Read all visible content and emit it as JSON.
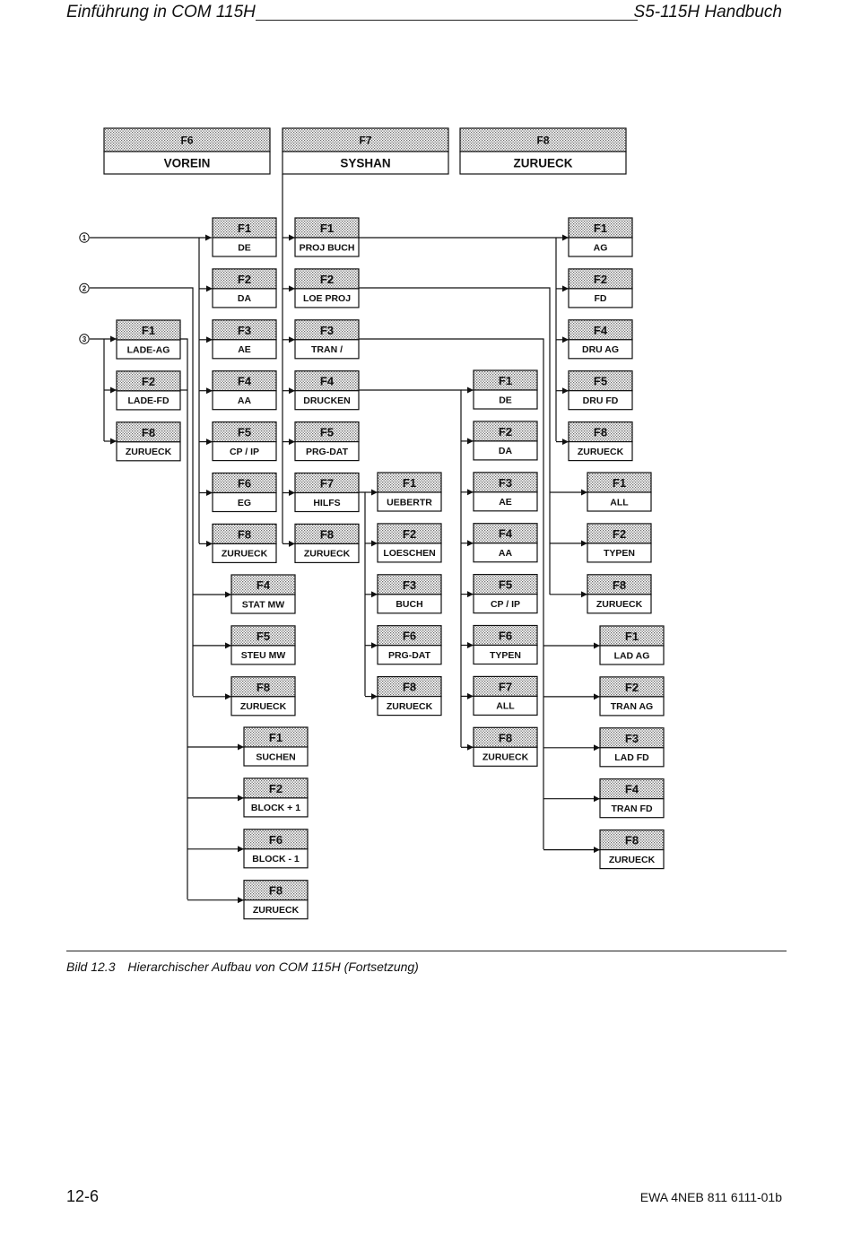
{
  "header": {
    "left": "Einführung in COM 115H",
    "right": "S5-115H Handbuch"
  },
  "caption": {
    "number": "Bild 12.3",
    "text": "Hierarchischer Aufbau von COM 115H (Fortsetzung)"
  },
  "footer": {
    "page": "12-6",
    "doc_id": "EWA 4NEB 811 6111-01b"
  },
  "markers": [
    "1",
    "2",
    "3"
  ],
  "top_boxes": [
    {
      "key": "F6",
      "label": "VOREIN"
    },
    {
      "key": "F7",
      "label": "SYSHAN"
    },
    {
      "key": "F8",
      "label": "ZURUECK"
    }
  ],
  "groups": {
    "lade": [
      {
        "key": "F1",
        "label": "LADE-AG"
      },
      {
        "key": "F2",
        "label": "LADE-FD"
      },
      {
        "key": "F8",
        "label": "ZURUECK"
      }
    ],
    "main_left": [
      {
        "key": "F1",
        "label": "DE"
      },
      {
        "key": "F2",
        "label": "DA"
      },
      {
        "key": "F3",
        "label": "AE"
      },
      {
        "key": "F4",
        "label": "AA"
      },
      {
        "key": "F5",
        "label": "CP / IP"
      },
      {
        "key": "F6",
        "label": "EG"
      },
      {
        "key": "F8",
        "label": "ZURUECK"
      }
    ],
    "stat": [
      {
        "key": "F4",
        "label": "STAT MW"
      },
      {
        "key": "F5",
        "label": "STEU MW"
      },
      {
        "key": "F8",
        "label": "ZURUECK"
      }
    ],
    "suchen": [
      {
        "key": "F1",
        "label": "SUCHEN"
      },
      {
        "key": "F2",
        "label": "BLOCK + 1"
      },
      {
        "key": "F6",
        "label": "BLOCK - 1"
      },
      {
        "key": "F8",
        "label": "ZURUECK"
      }
    ],
    "syshan": [
      {
        "key": "F1",
        "label": "PROJ BUCH"
      },
      {
        "key": "F2",
        "label": "LOE PROJ"
      },
      {
        "key": "F3",
        "label": "TRAN /"
      },
      {
        "key": "F4",
        "label": "DRUCKEN"
      },
      {
        "key": "F5",
        "label": "PRG-DAT"
      },
      {
        "key": "F7",
        "label": "HILFS"
      },
      {
        "key": "F8",
        "label": "ZURUECK"
      }
    ],
    "hilfs": [
      {
        "key": "F1",
        "label": "UEBERTR"
      },
      {
        "key": "F2",
        "label": "LOESCHEN"
      },
      {
        "key": "F3",
        "label": "BUCH"
      },
      {
        "key": "F6",
        "label": "PRG-DAT"
      },
      {
        "key": "F8",
        "label": "ZURUECK"
      }
    ],
    "drucken": [
      {
        "key": "F1",
        "label": "DE"
      },
      {
        "key": "F2",
        "label": "DA"
      },
      {
        "key": "F3",
        "label": "AE"
      },
      {
        "key": "F4",
        "label": "AA"
      },
      {
        "key": "F5",
        "label": "CP / IP"
      },
      {
        "key": "F6",
        "label": "TYPEN"
      },
      {
        "key": "F7",
        "label": "ALL"
      },
      {
        "key": "F8",
        "label": "ZURUECK"
      }
    ],
    "proj": [
      {
        "key": "F1",
        "label": "AG"
      },
      {
        "key": "F2",
        "label": "FD"
      },
      {
        "key": "F4",
        "label": "DRU AG"
      },
      {
        "key": "F5",
        "label": "DRU FD"
      },
      {
        "key": "F8",
        "label": "ZURUECK"
      }
    ],
    "loe": [
      {
        "key": "F1",
        "label": "ALL"
      },
      {
        "key": "F2",
        "label": "TYPEN"
      },
      {
        "key": "F8",
        "label": "ZURUECK"
      }
    ],
    "tran": [
      {
        "key": "F1",
        "label": "LAD AG"
      },
      {
        "key": "F2",
        "label": "TRAN AG"
      },
      {
        "key": "F3",
        "label": "LAD FD"
      },
      {
        "key": "F4",
        "label": "TRAN FD"
      },
      {
        "key": "F8",
        "label": "ZURUECK"
      }
    ]
  }
}
